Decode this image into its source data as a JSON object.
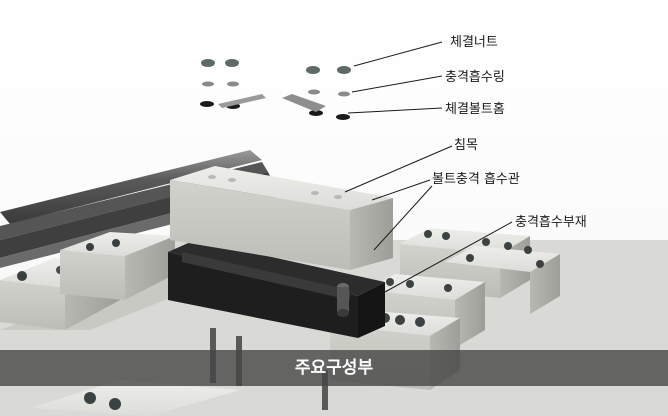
{
  "labels": {
    "nut": "체결너트",
    "shock_ring": "충격흡수링",
    "bolt_groove": "체결볼트홈",
    "sleeper": "침목",
    "bolt_shock_tube": "볼트충격 흡수관",
    "shock_member": "충격흡수부재"
  },
  "caption": "주요구성부",
  "colors": {
    "concrete": "#d8d8d4",
    "rubber_black": "#1e1e1e",
    "rail_steel": "#6a6a6a",
    "caption_bar": "#464646"
  }
}
